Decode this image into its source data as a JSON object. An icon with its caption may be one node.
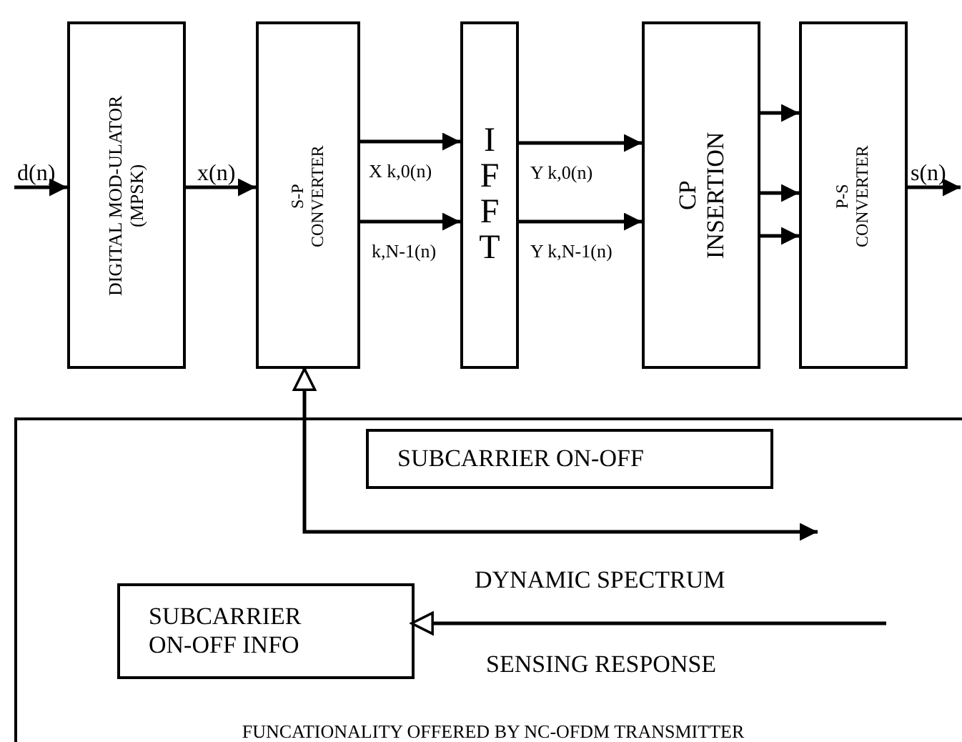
{
  "diagram": {
    "nodes": [
      {
        "text": [
          "DIGITAL MOD-ULATOR (MPSK)"
        ]
      },
      {
        "text": [
          "S-P CONVERTER"
        ]
      },
      {
        "text": [
          "I F F T"
        ]
      },
      {
        "text": [
          "CP INSERTION"
        ]
      },
      {
        "text": [
          "P-S CONVERTER"
        ]
      },
      {
        "text": [
          "FUNCATIONALITY OFFERED BY NC-OFDM TRANSMITTER"
        ]
      },
      {
        "text": [
          "SUBCARRIER ON-OFF"
        ],
        "in": 5
      },
      {
        "text": [
          "SUBCARRIER ON-OFF INFO"
        ],
        "in": 5
      }
    ],
    "edges": [
      {
        "from": null,
        "to": 0,
        "arrow": "to",
        "label": "d(n)"
      },
      {
        "from": 0,
        "to": 1,
        "arrow": "to",
        "label": "x(n)"
      },
      {
        "from": 1,
        "to": 2,
        "arrow": "to",
        "label": "X k,0(n)"
      },
      {
        "from": 1,
        "to": 2,
        "arrow": "to",
        "label": "k,N-1(n)"
      },
      {
        "from": 2,
        "to": 3,
        "arrow": "to",
        "label": "Y k,0(n)"
      },
      {
        "from": 2,
        "to": 3,
        "arrow": "to",
        "label": "Y k,N-1(n)"
      },
      {
        "from": 3,
        "to": 4,
        "arrow": "to"
      },
      {
        "from": 3,
        "to": 4,
        "arrow": "to"
      },
      {
        "from": 3,
        "to": 4,
        "arrow": "to"
      },
      {
        "from": 4,
        "to": null,
        "arrow": "to",
        "label": "s(n)"
      },
      {
        "from": null,
        "to": 1,
        "arrow": "both",
        "label": "DYNAMIC SPECTRUM"
      },
      {
        "from": null,
        "to": 7,
        "arrow": "to",
        "label": "SENSING RESPONSE"
      }
    ]
  }
}
